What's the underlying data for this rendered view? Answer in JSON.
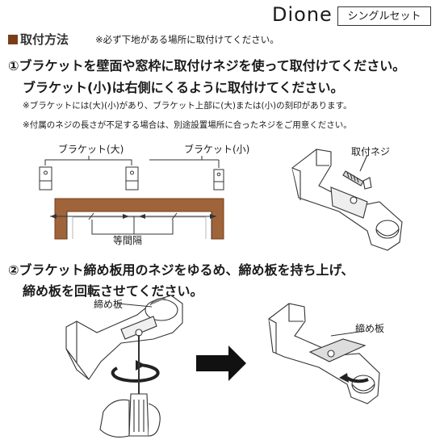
{
  "header": {
    "brand": "Dione",
    "variant": "シングルセット"
  },
  "section": {
    "title": "取付方法",
    "note": "※必ず下地がある場所に取付けてください。"
  },
  "step1": {
    "line1": "①ブラケットを壁面や窓枠に取付けネジを使って取付けてください。",
    "line2": "ブラケット(小)は右側にくるように取付けてください。",
    "note1": "※ブラケットには(大)(小)があり、ブラケット上部に(大)または(小)の刻印があります。",
    "note2": "※付属のネジの長さが不足する場合は、別途設置場所に合ったネジをご用意ください。"
  },
  "diagram1": {
    "large_label": "ブラケット(大)",
    "small_label": "ブラケット(小)",
    "spacing_label": "等間隔",
    "screw_label": "取付ネジ"
  },
  "step2": {
    "line1": "②ブラケット締め板用のネジをゆるめ、締め板を持ち上げ、",
    "line2": "締め板を回転させてください。"
  },
  "diagram2": {
    "plate_label_left": "締め板",
    "plate_label_right": "締め板"
  },
  "colors": {
    "frame": "#a0643a",
    "accent": "#7a3d17",
    "arrow": "#111111"
  }
}
